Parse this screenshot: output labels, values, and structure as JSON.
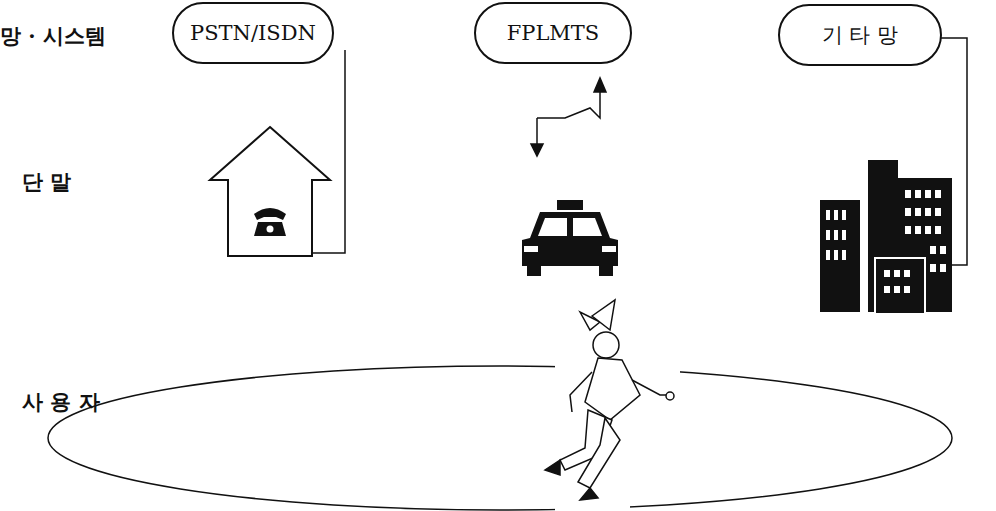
{
  "diagram": {
    "nodes": [
      {
        "text": [
          "PSTN/ISDN"
        ]
      },
      {
        "text": [
          "FPLMTS"
        ]
      },
      {
        "text": [
          "기 타 망"
        ]
      }
    ],
    "labels": [
      "망 · 시스템",
      "단 말",
      "사 용 자"
    ]
  }
}
